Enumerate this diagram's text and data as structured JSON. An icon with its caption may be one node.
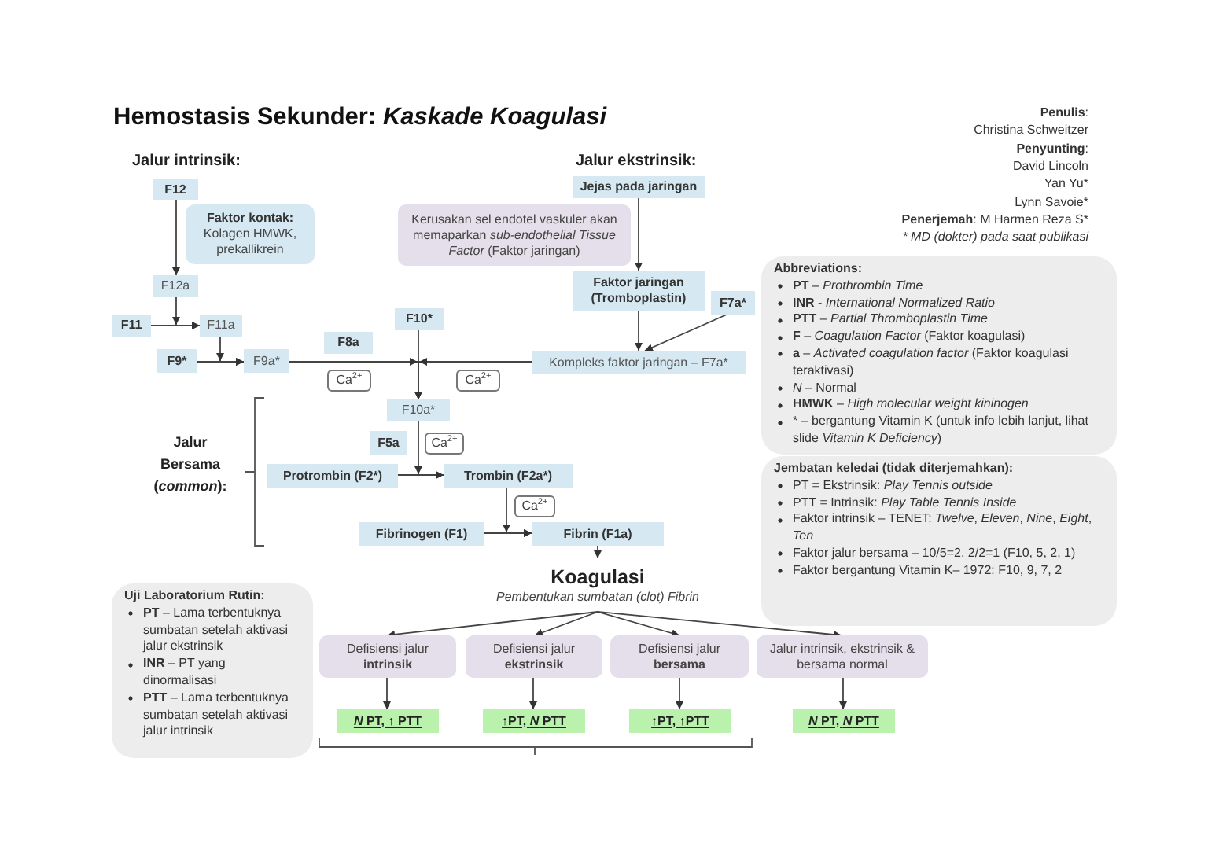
{
  "diagram": {
    "title": "Hemostasis Sekunder: *Kaskade Koagulasi*",
    "nodes": [
      {
        "text": [
          "F12"
        ]
      },
      {
        "text": [
          "Faktor kontak:",
          "Kolagen HMWK, prekallikrein"
        ]
      },
      {
        "text": [
          "F12a"
        ]
      },
      {
        "text": [
          "F11"
        ]
      },
      {
        "text": [
          "F11a"
        ]
      },
      {
        "text": [
          "F9*"
        ]
      },
      {
        "text": [
          "F9a*"
        ]
      },
      {
        "text": [
          "F8a"
        ]
      },
      {
        "text": [
          "Ca$^{2+}$"
        ]
      },
      {
        "text": [
          "F10*"
        ]
      },
      {
        "text": [
          "Ca$^{2+}$"
        ]
      },
      {
        "text": [
          "Jejas pada jaringan"
        ]
      },
      {
        "text": [
          "Kerusakan sel endotel vaskuler akan memaparkan *sub-endothelial Tissue Factor* (Faktor jaringan)"
        ]
      },
      {
        "text": [
          "Faktor jaringan (Tromboplastin)"
        ]
      },
      {
        "text": [
          "F7a*"
        ]
      },
      {
        "text": [
          "Kompleks faktor jaringan – F7a*"
        ]
      },
      {
        "text": [
          "F10a*"
        ]
      },
      {
        "text": [
          "F5a"
        ]
      },
      {
        "text": [
          "Ca$^{2+}$"
        ]
      },
      {
        "text": [
          "Protrombin (F2*)"
        ]
      },
      {
        "text": [
          "Trombin (F2a*)"
        ]
      },
      {
        "text": [
          "Ca$^{2+}$"
        ]
      },
      {
        "text": [
          "Fibrinogen (F1)"
        ]
      },
      {
        "text": [
          "Fibrin (F1a)"
        ]
      },
      {
        "text": [
          "Koagulasi",
          "Pembentukan sumbatan (clot) Fibrin"
        ]
      },
      {
        "text": [
          "Defisiensi jalur **intrinsik**"
        ]
      },
      {
        "text": [
          "Defisiensi jalur **ekstrinsik**"
        ]
      },
      {
        "text": [
          "Defisiensi jalur **bersama**"
        ]
      },
      {
        "text": [
          "Jalur intrinsik, ekstrinsik & bersama normal"
        ]
      },
      {
        "text": [
          "*N* PT, ↑ PTT"
        ]
      },
      {
        "text": [
          "↑PT, *N* PTT"
        ]
      },
      {
        "text": [
          "↑PT, ↑PTT"
        ]
      },
      {
        "text": [
          "*N* PT, *N* PTT"
        ]
      },
      {
        "text": [
          "Abbreviations:",
          "**PT** – *Prothrombin Time*",
          "**INR** - *International Normalized Ratio*",
          "**PTT** – *Partial Thromboplastin Time*",
          "**F** – *Coagulation Factor* (Faktor koagulasi)",
          "**a** – *Activated coagulation factor* (Faktor koagulasi teraktivasi)",
          "*N* – Normal",
          "**HMWK** – *High molecular weight kininogen*",
          "* – bergantung Vitamin K (untuk info lebih lanjut, lihat slide *Vitamin K Deficiency*)"
        ]
      },
      {
        "text": [
          "Jembatan keledai (tidak diterjemahkan):",
          "PT = Ekstrinsik: *Play Tennis outside*",
          "PTT = Intrinsik: *Play Table Tennis Inside*",
          "Faktor intrinsik – TENET: *Twelve*, *Eleven*, *Nine*, *Eight*, *Ten*",
          "Faktor jalur bersama – 10/5=2, 2/2=1 (F10, 5, 2, 1)",
          "Faktor bergantung Vitamin K– 1972: F10, 9, 7, 2"
        ]
      },
      {
        "text": [
          "Uji Laboratorium Rutin:",
          "**PT** – Lama terbentuknya sumbatan setelah aktivasi jalur ekstrinsik",
          "**INR** – PT yang dinormalisasi",
          "**PTT** – Lama terbentuknya sumbatan setelah aktivasi jalur intrinsik"
        ]
      }
    ],
    "edges": [
      {
        "from": 0,
        "to": 2,
        "arrow": "to"
      },
      {
        "from": 3,
        "to": 4,
        "arrow": "to"
      },
      {
        "from": 2,
        "to": 4,
        "arrow": "to"
      },
      {
        "from": 5,
        "to": 6,
        "arrow": "to"
      },
      {
        "from": 4,
        "to": 6,
        "arrow": "to"
      },
      {
        "from": 6,
        "to": 16,
        "arrow": "to"
      },
      {
        "from": 15,
        "to": 16,
        "arrow": "to"
      },
      {
        "from": 9,
        "to": 16,
        "arrow": "to"
      },
      {
        "from": 11,
        "to": 13,
        "arrow": "to"
      },
      {
        "from": 13,
        "to": 15,
        "arrow": "to"
      },
      {
        "from": 14,
        "to": 15,
        "arrow": "to"
      },
      {
        "from": 16,
        "to": 20,
        "arrow": "to"
      },
      {
        "from": 19,
        "to": 20,
        "arrow": "to"
      },
      {
        "from": 20,
        "to": 23,
        "arrow": "to"
      },
      {
        "from": 22,
        "to": 23,
        "arrow": "to"
      },
      {
        "from": 23,
        "to": 24,
        "arrow": "to"
      },
      {
        "from": 24,
        "to": 25,
        "arrow": "to"
      },
      {
        "from": 24,
        "to": 26,
        "arrow": "to"
      },
      {
        "from": 24,
        "to": 27,
        "arrow": "to"
      },
      {
        "from": 24,
        "to": 28,
        "arrow": "to"
      },
      {
        "from": 25,
        "to": 29,
        "arrow": "to"
      },
      {
        "from": 26,
        "to": 30,
        "arrow": "to"
      },
      {
        "from": 27,
        "to": 31,
        "arrow": "to"
      },
      {
        "from": 28,
        "to": 32,
        "arrow": "to"
      }
    ],
    "labels": [
      "Jalur intrinsik:",
      "Jalur ekstrinsik:",
      "**Penulis**:",
      "Christina Schweitzer",
      "**Penyunting**:",
      "David Lincoln",
      "Yan Yu*",
      "Lynn Savoie*",
      "**Penerjemah**: M Harmen Reza S*",
      "* MD (dokter) pada saat publikasi",
      "Jalur Bersama (*common*):"
    ]
  }
}
